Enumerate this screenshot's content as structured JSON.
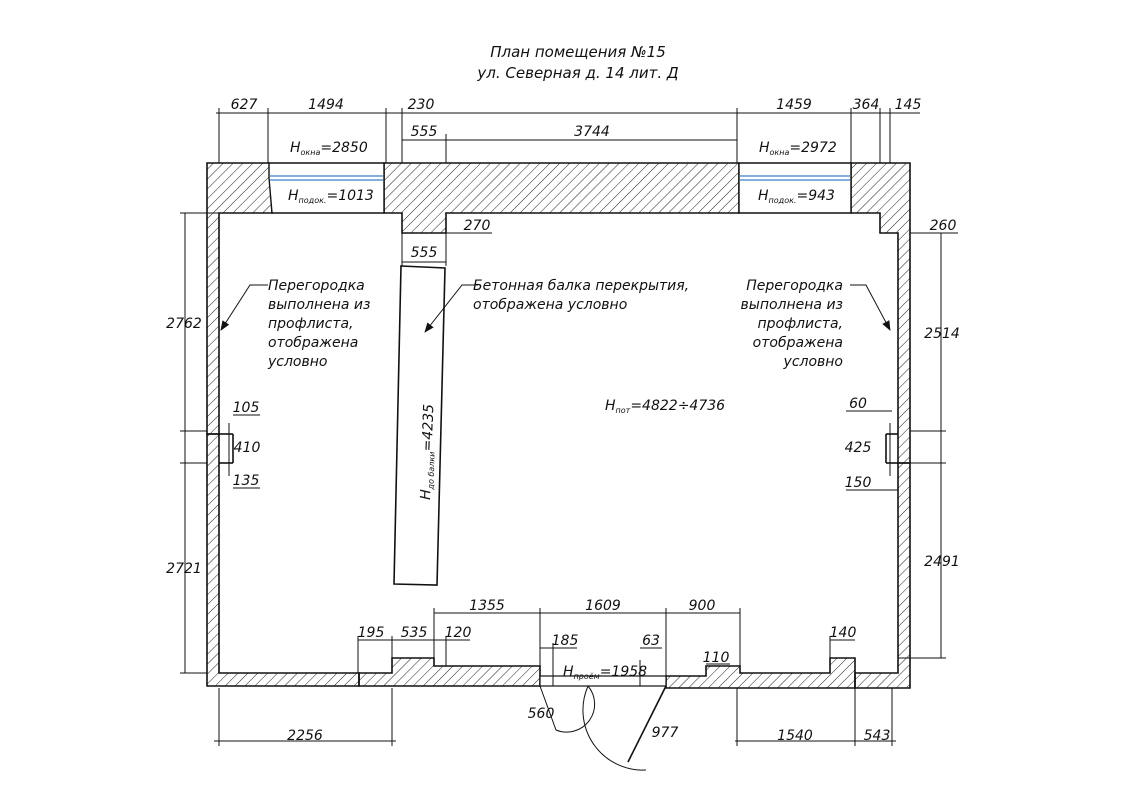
{
  "title": {
    "line1": "План помещения №15",
    "line2": "ул. Северная д. 14 лит. Д"
  },
  "windows": {
    "left": {
      "h_label": "H",
      "h_sub": "окна",
      "h_value": "=2850",
      "sill_label": "H",
      "sill_sub": "подок.",
      "sill_value": "=1013"
    },
    "right": {
      "h_label": "H",
      "h_sub": "окна",
      "h_value": "=2972",
      "sill_label": "H",
      "sill_sub": "подок.",
      "sill_value": "=943"
    }
  },
  "dimensions": {
    "top": [
      "627",
      "1494",
      "230",
      "555",
      "3744",
      "1459",
      "364",
      "145"
    ],
    "top_inner": [
      "270",
      "555",
      "260"
    ],
    "left": [
      "2762",
      "105",
      "410",
      "135",
      "2721"
    ],
    "right": [
      "2514",
      "60",
      "425",
      "150",
      "2491"
    ],
    "bottom_upper": [
      "1355",
      "1609",
      "900",
      "195",
      "535",
      "120",
      "185",
      "63",
      "110",
      "140"
    ],
    "bottom": [
      "2256",
      "560",
      "977",
      "1540",
      "543"
    ]
  },
  "notes": {
    "partition_left": [
      "Перегородка",
      "выполнена из",
      "профлиста,",
      "отображена",
      "условно"
    ],
    "partition_right": [
      "Перегородка",
      "выполнена из",
      "профлиста,",
      "отображена",
      "условно"
    ],
    "beam": [
      "Бетонная балка перекрытия,",
      "отображена условно"
    ]
  },
  "ceiling": {
    "label": "H",
    "sub": "пот",
    "value": "=4822÷4736"
  },
  "beam_height": {
    "label": "H",
    "sub": "до балки",
    "value": "=4235"
  },
  "door": {
    "label": "H",
    "sub": "проём",
    "value": "=1958"
  }
}
